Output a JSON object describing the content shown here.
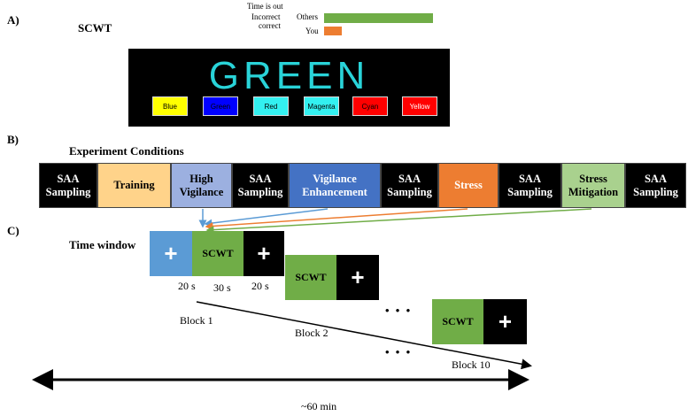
{
  "panel_a": {
    "label": "A)",
    "title": "SCWT",
    "feedback": {
      "time_out": "Time is out",
      "incorrect": "Incorrect",
      "correct": "correct",
      "others_label": "Others",
      "you_label": "You",
      "others_level": 0.85,
      "you_level": 0.14
    },
    "stimulus_word": "GREEN",
    "options": [
      {
        "label": "Blue",
        "bg": "#ffff00",
        "fg": "#000000"
      },
      {
        "label": "Green",
        "bg": "#0000ff",
        "fg": "#000000"
      },
      {
        "label": "Red",
        "bg": "#33f0f0",
        "fg": "#000000"
      },
      {
        "label": "Magenta",
        "bg": "#33f0f0",
        "fg": "#000000"
      },
      {
        "label": "Cyan",
        "bg": "#ff0000",
        "fg": "#000000"
      },
      {
        "label": "Yellow",
        "bg": "#ff0000",
        "fg": "#ffffff"
      }
    ]
  },
  "panel_b": {
    "label": "B)",
    "title": "Experiment Conditions",
    "conditions": [
      {
        "label": "SAA Sampling",
        "bg": "#000000",
        "fg": "#ffffff"
      },
      {
        "label": "Training",
        "bg": "#ffd38a",
        "fg": "#000000"
      },
      {
        "label": "High Vigilance",
        "bg": "#9cb0e0",
        "fg": "#000000"
      },
      {
        "label": "SAA Sampling",
        "bg": "#000000",
        "fg": "#ffffff"
      },
      {
        "label": "Vigilance Enhancement",
        "bg": "#4472c4",
        "fg": "#ffffff"
      },
      {
        "label": "SAA Sampling",
        "bg": "#000000",
        "fg": "#ffffff"
      },
      {
        "label": "Stress",
        "bg": "#ed7d31",
        "fg": "#ffffff"
      },
      {
        "label": "SAA Sampling",
        "bg": "#000000",
        "fg": "#ffffff"
      },
      {
        "label": "Stress Mitigation",
        "bg": "#a9d18e",
        "fg": "#000000"
      },
      {
        "label": "SAA Sampling",
        "bg": "#000000",
        "fg": "#ffffff"
      }
    ]
  },
  "panel_c": {
    "label": "C)",
    "title": "Time window",
    "fixation_symbol": "+",
    "task_label": "SCWT",
    "durations": [
      "20 s",
      "30 s",
      "20 s"
    ],
    "blocks": [
      "Block 1",
      "Block 2",
      "Block 10"
    ],
    "ellipsis": "• • •",
    "total": "~60 min"
  },
  "colors": {
    "fixation_blue": "#5b9bd5",
    "scwt_green": "#70ad47",
    "fixation_black": "#000000",
    "arrow_blue": "#5b9bd5",
    "arrow_orange": "#ed7d31",
    "arrow_green": "#70ad47"
  }
}
